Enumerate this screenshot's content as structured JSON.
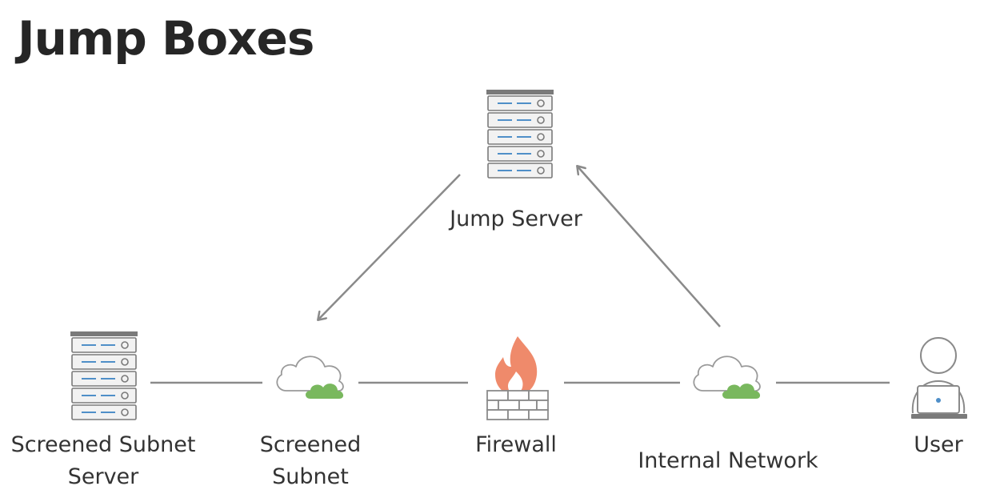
{
  "title": "Jump Boxes",
  "nodes": {
    "jump_server": "Jump Server",
    "screened_subnet_server": {
      "line1": "Screened Subnet",
      "line2": "Server"
    },
    "screened_subnet": {
      "line1": "Screened",
      "line2": "Subnet"
    },
    "firewall": "Firewall",
    "internal_network": "Internal Network",
    "user": "User"
  },
  "colors": {
    "line": "#8a8a8a",
    "server_body": "#e6e6e6",
    "server_stroke": "#7a7a7a",
    "server_accent": "#4f8fc8",
    "cloud_outline": "#9a9a9a",
    "cloud_fill": "#79b85e",
    "flame": "#ef8a6b",
    "brick": "#8a8a8a",
    "user_dot": "#4f8fc8"
  }
}
